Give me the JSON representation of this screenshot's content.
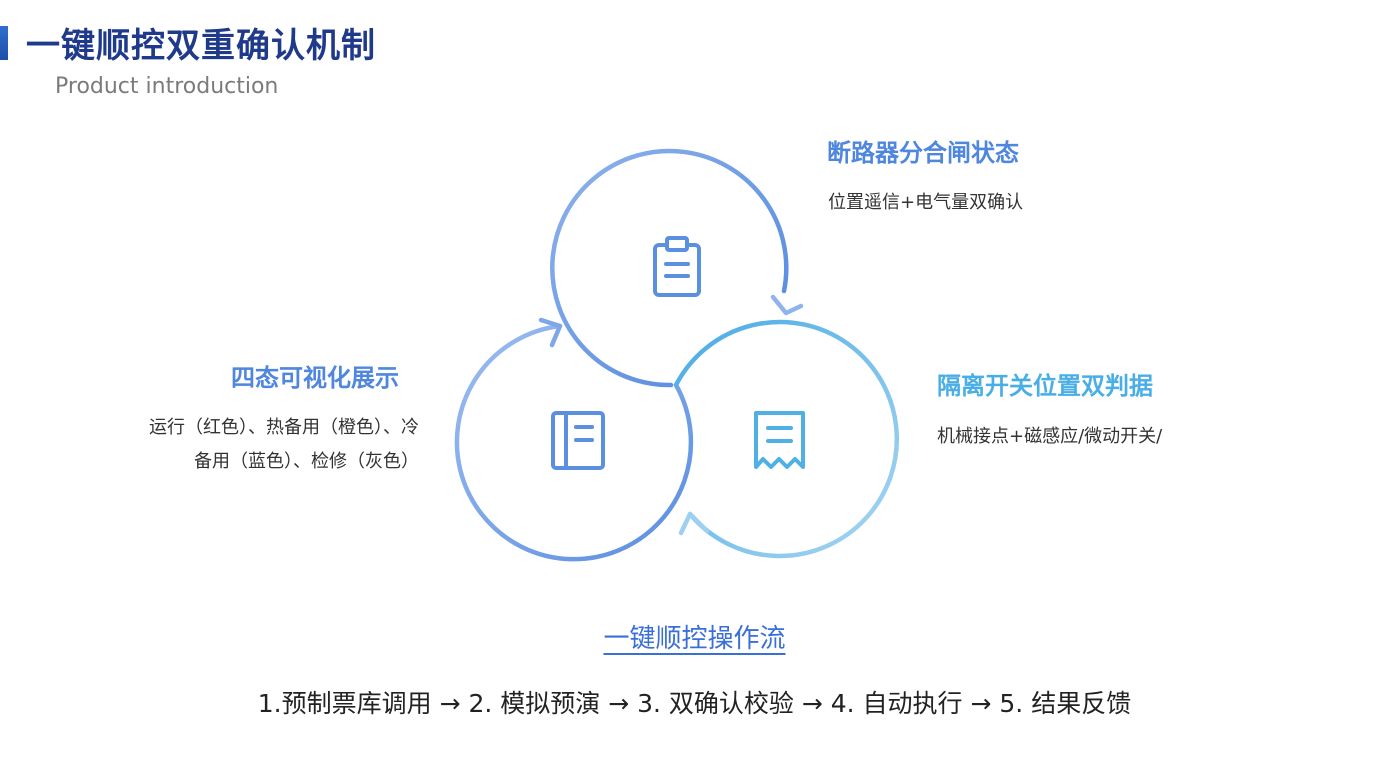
{
  "header": {
    "title": "一键顺控双重确认机制",
    "subtitle": "Product introduction"
  },
  "cycle": {
    "top": {
      "heading": "断路器分合闸状态",
      "description": "位置遥信+电气量双确认",
      "icon": "clipboard-icon",
      "color": "#5b8fe0"
    },
    "right": {
      "heading": "隔离开关位置双判据",
      "description": "机械接点+磁感应/微动开关/",
      "icon": "receipt-icon",
      "color": "#4fb0e6"
    },
    "left": {
      "heading": "四态可视化展示",
      "description_line1": "运行（红色）、热备用（橙色）、冷",
      "description_line2": "备用（蓝色）、检修（灰色）",
      "icon": "notebook-icon",
      "color": "#5b8fe0"
    }
  },
  "flow": {
    "title": "一键顺控操作流",
    "steps": "1.预制票库调用 → 2. 模拟预演 → 3. 双确认校验 → 4. 自动执行 → 5. 结果反馈"
  }
}
